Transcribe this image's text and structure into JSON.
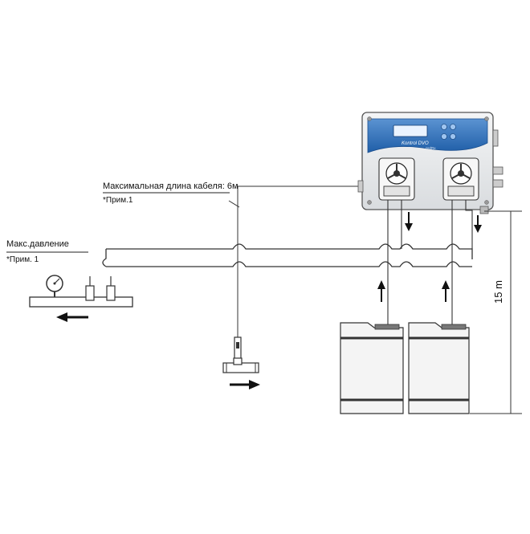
{
  "labels": {
    "max_pressure": "Макс.давление",
    "max_pressure_note": "*Прим. 1",
    "max_cable_length": "Максимальная длина кабеля: 6м",
    "max_cable_note": "*Прим.1",
    "height_dimension": "15 m"
  },
  "controller": {
    "brand_text": "Kontrol DVO",
    "brand_subtext": "pH/Rx",
    "body_color": "#2f6fb8",
    "housing_color": "#e9ecef"
  },
  "colors": {
    "line": "#222222",
    "pipe": "#333333",
    "tank_fill": "#f2f2f2"
  }
}
